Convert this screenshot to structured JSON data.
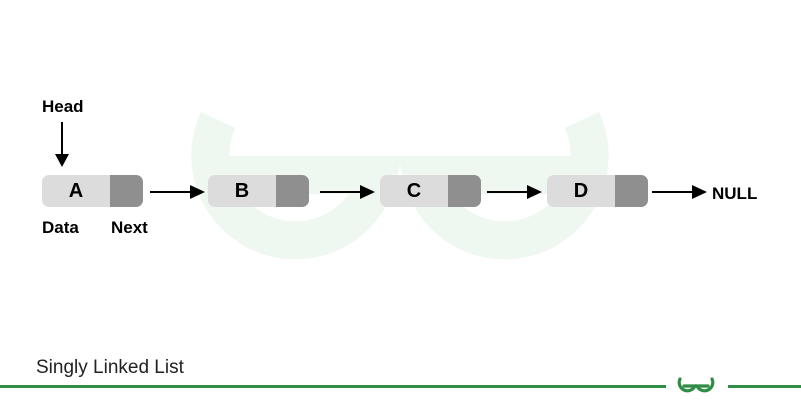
{
  "head_label": "Head",
  "nodes": [
    {
      "data": "A"
    },
    {
      "data": "B"
    },
    {
      "data": "C"
    },
    {
      "data": "D"
    }
  ],
  "data_label": "Data",
  "next_label": "Next",
  "null_label": "NULL",
  "caption": "Singly Linked List",
  "colors": {
    "data_cell": "#dcdcdc",
    "next_cell": "#8f8f8f",
    "brand_green": "#2f8d46",
    "watermark": "#eef8f0"
  },
  "icons": [
    "gfg-logo-icon",
    "gfg-watermark-icon"
  ]
}
